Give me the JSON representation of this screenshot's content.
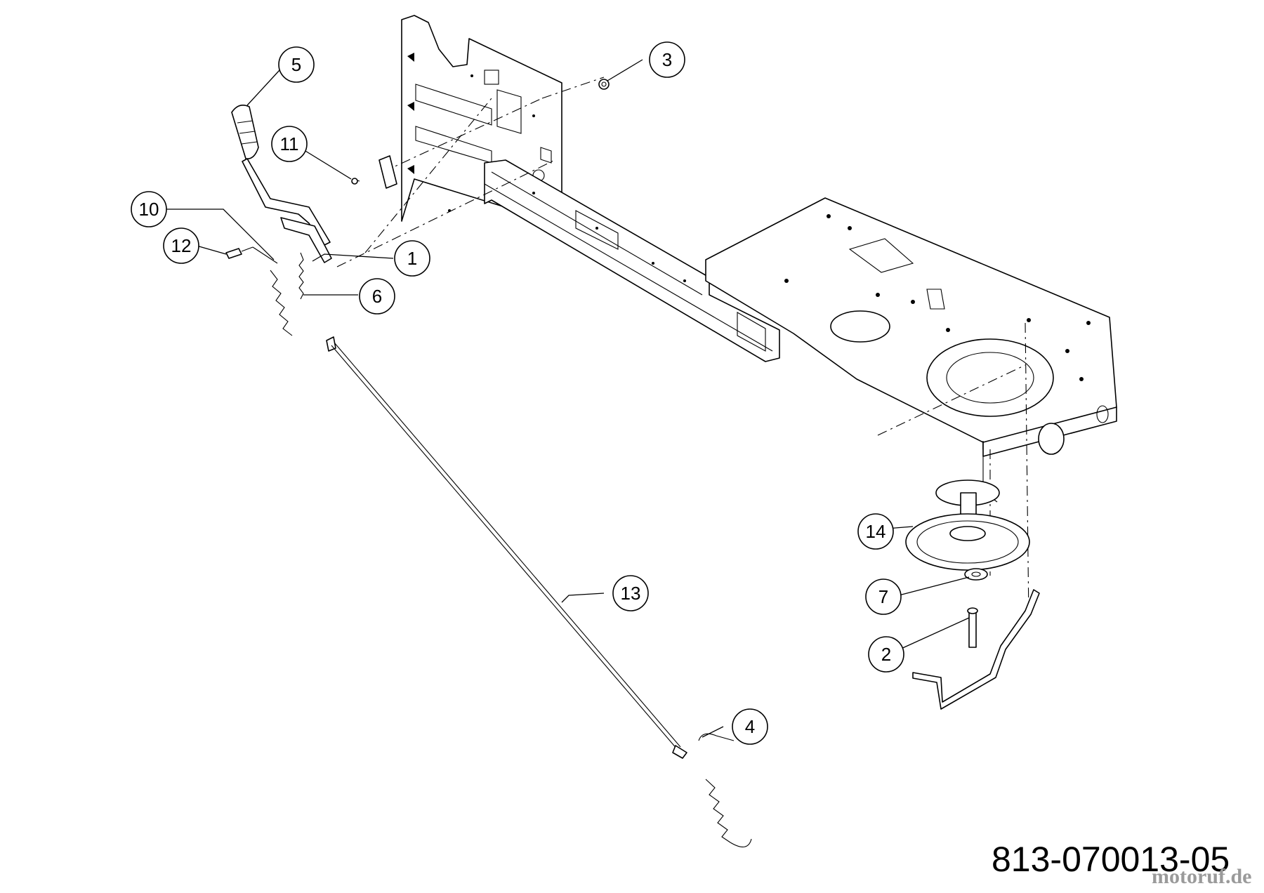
{
  "callouts": {
    "c1": "1",
    "c2": "2",
    "c3": "3",
    "c4": "4",
    "c5": "5",
    "c6": "6",
    "c7": "7",
    "c10": "10",
    "c11": "11",
    "c12": "12",
    "c13": "13",
    "c14": "14"
  },
  "part_number": "813-070013-05",
  "watermark": "motoruf.de"
}
